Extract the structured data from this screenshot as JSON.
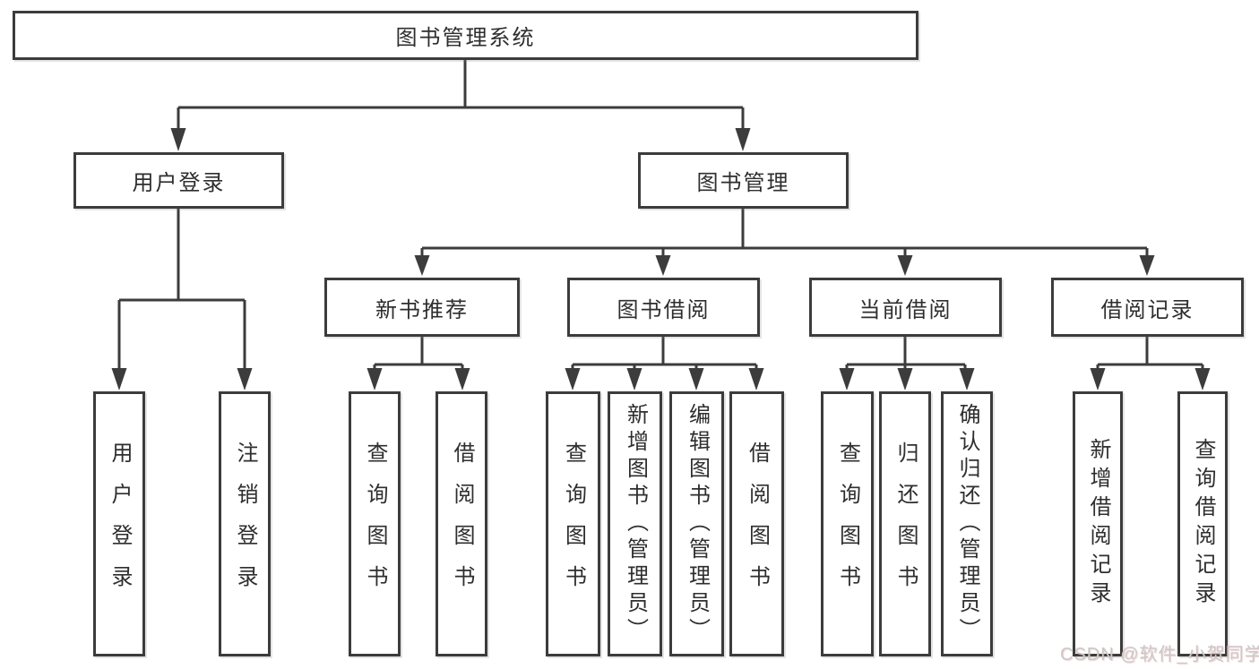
{
  "colors": {
    "line": "#3c3c3c",
    "text": "#2e2e2e",
    "box-bg": "#ffffff",
    "watermark": "#c9c9c9"
  },
  "watermark": {
    "text": "CSDN @软件_小贺同学"
  },
  "tree": {
    "label": "图书管理系统",
    "children": [
      {
        "label": "用户登录",
        "children": [
          {
            "label": "用户登录"
          },
          {
            "label": "注销登录"
          }
        ]
      },
      {
        "label": "图书管理",
        "children": [
          {
            "label": "新书推荐",
            "children": [
              {
                "label": "查询图书"
              },
              {
                "label": "借阅图书"
              }
            ]
          },
          {
            "label": "图书借阅",
            "children": [
              {
                "label": "查询图书"
              },
              {
                "label": "新增图书（管理员）"
              },
              {
                "label": "编辑图书（管理员）"
              },
              {
                "label": "借阅图书"
              }
            ]
          },
          {
            "label": "当前借阅",
            "children": [
              {
                "label": "查询图书"
              },
              {
                "label": "归还图书"
              },
              {
                "label": "确认归还（管理员）"
              }
            ]
          },
          {
            "label": "借阅记录",
            "children": [
              {
                "label": "新增借阅记录"
              },
              {
                "label": "查询借阅记录"
              }
            ]
          }
        ]
      }
    ]
  }
}
